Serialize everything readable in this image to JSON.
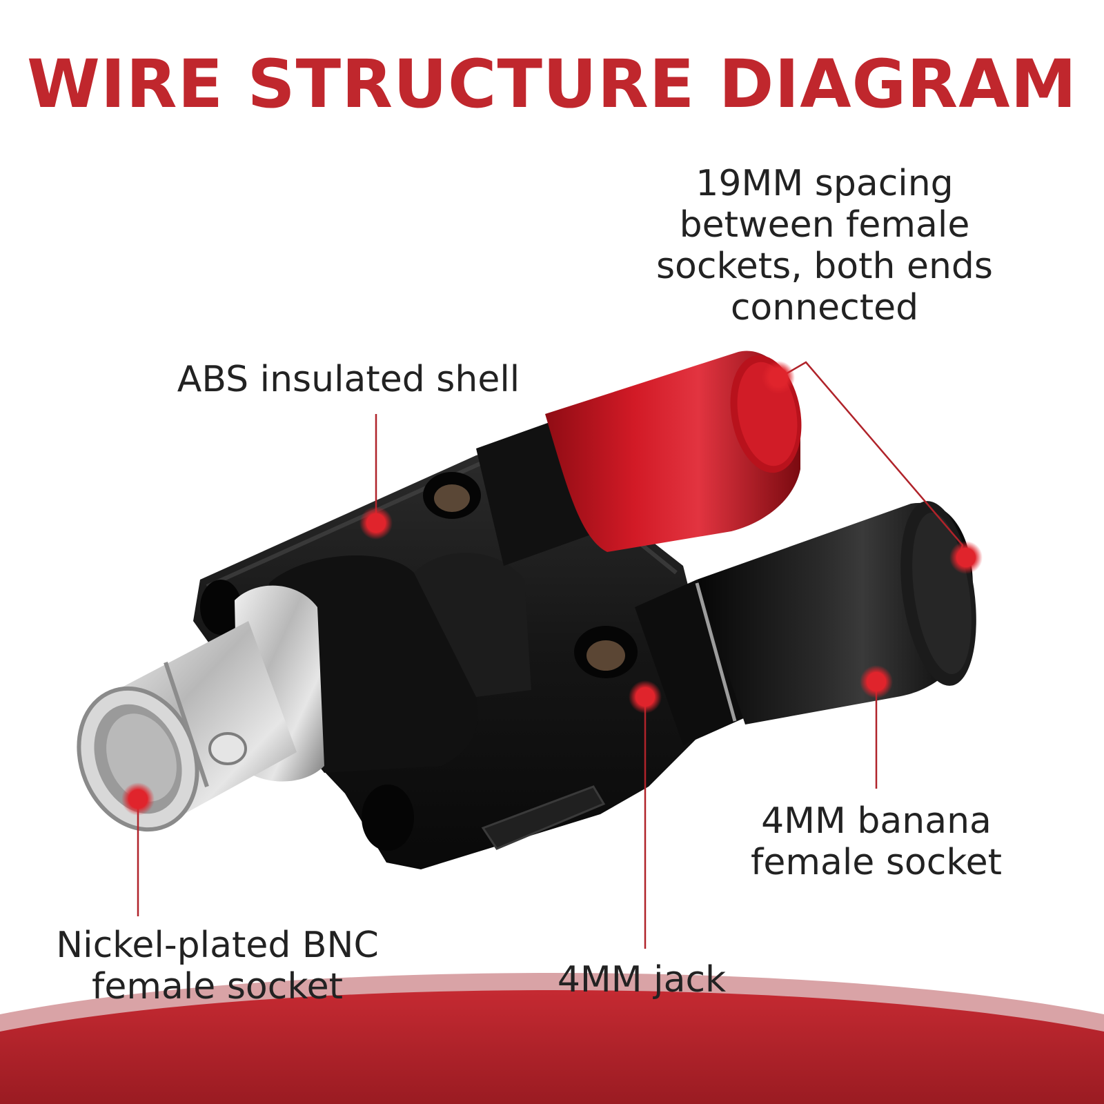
{
  "title": "WIRE STRUCTURE DIAGRAM",
  "colors": {
    "title": "#c0272d",
    "leader": "#b0232a",
    "marker": "#d8232a",
    "text": "#222222",
    "red_socket": "#c8141f",
    "black_body": "#141414",
    "nickel": "#c9c9c9",
    "footer_wave": "#b5232b"
  },
  "callouts": {
    "spacing": [
      "19MM spacing",
      "between female",
      "sockets, both ends",
      "connected"
    ],
    "shell": [
      "ABS insulated shell"
    ],
    "banana": [
      "4MM banana",
      "female socket"
    ],
    "bnc": [
      "Nickel-plated BNC",
      "female socket"
    ],
    "jack": [
      "4MM jack"
    ]
  },
  "icons": {
    "marker": "red-dot-marker",
    "product": "bnc-to-dual-banana-adapter"
  }
}
